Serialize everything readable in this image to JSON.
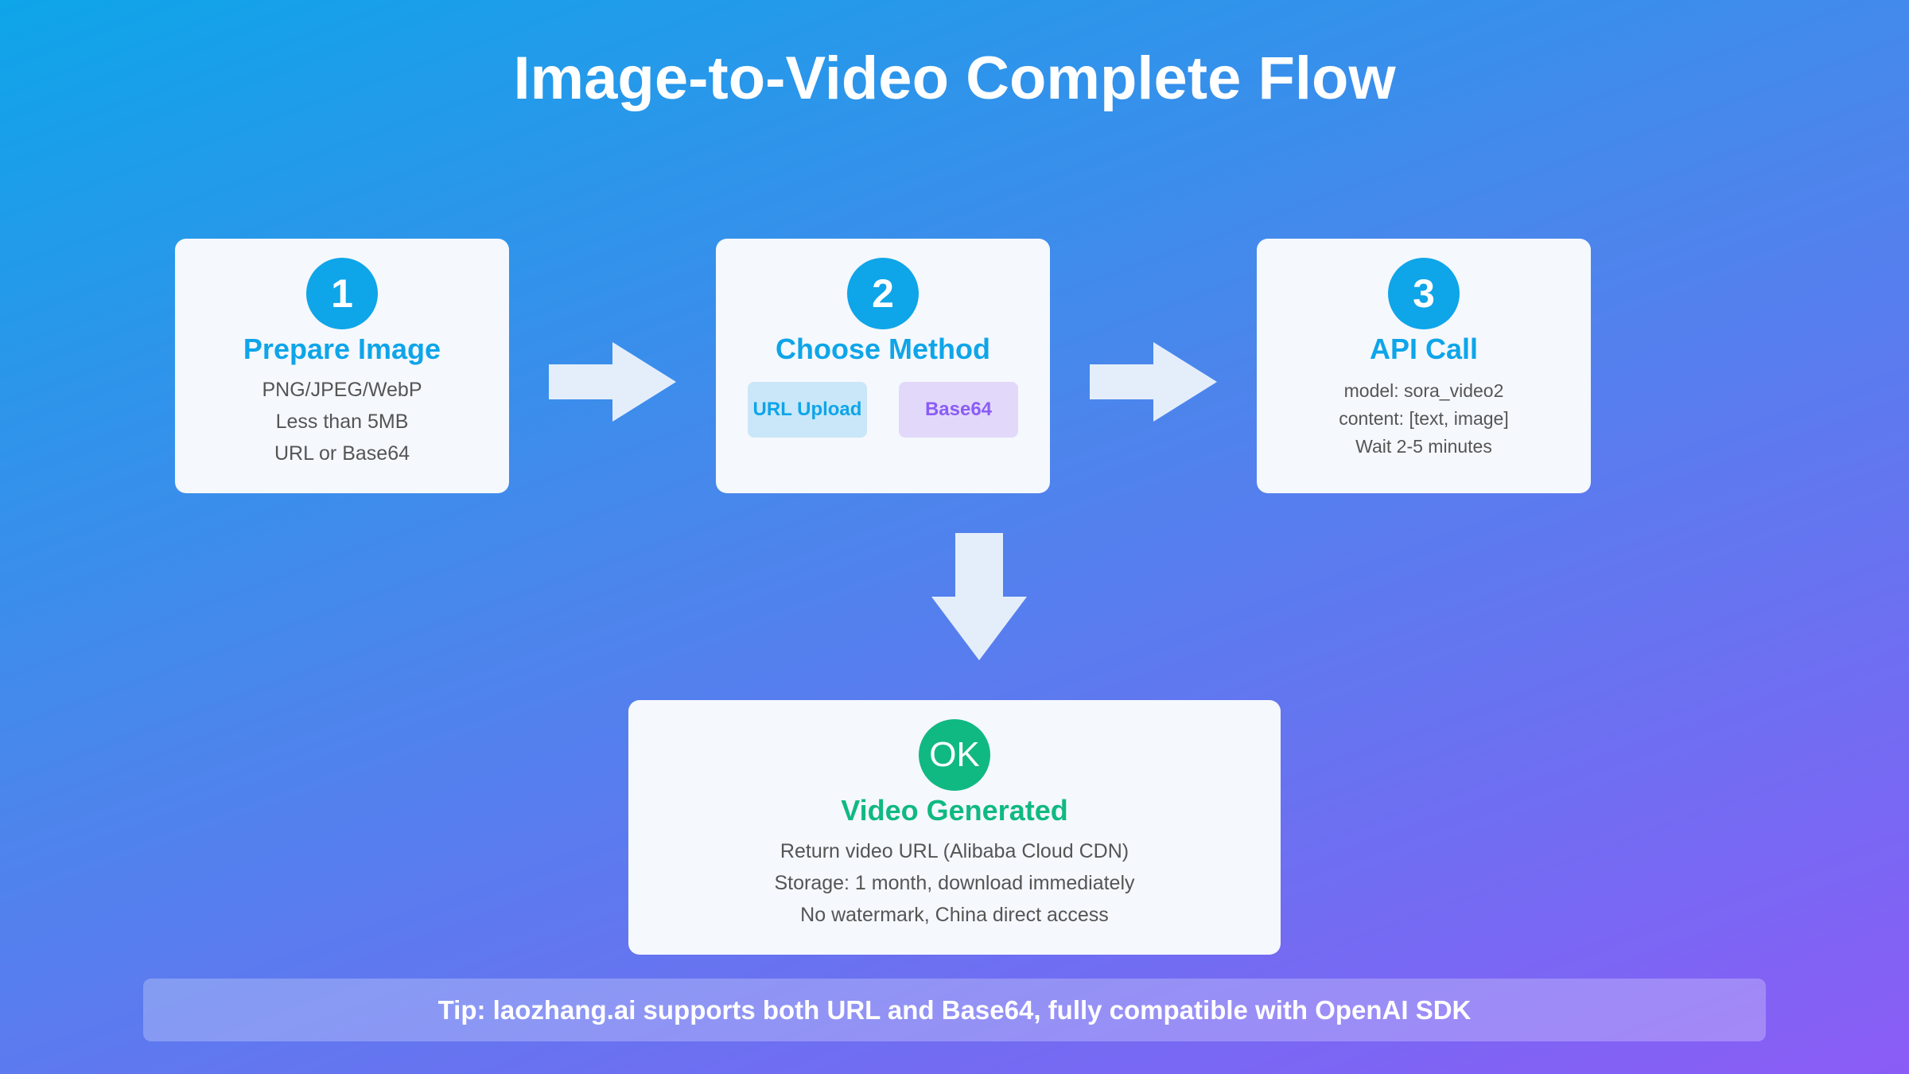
{
  "title": "Image-to-Video Complete Flow",
  "steps": [
    {
      "number": "1",
      "heading": "Prepare Image",
      "lines": [
        "PNG/JPEG/WebP",
        "Less than 5MB",
        "URL or Base64"
      ]
    },
    {
      "number": "2",
      "heading": "Choose Method",
      "options": [
        "URL Upload",
        "Base64"
      ]
    },
    {
      "number": "3",
      "heading": "API Call",
      "lines": [
        "model: sora_video2",
        "content: [text, image]",
        "Wait 2-5 minutes"
      ]
    }
  ],
  "result": {
    "badge": "OK",
    "heading": "Video Generated",
    "lines": [
      "Return video URL (Alibaba Cloud CDN)",
      "Storage: 1 month, download immediately",
      "No watermark, China direct access"
    ]
  },
  "tip": "Tip: laozhang.ai supports both URL and Base64, fully compatible with OpenAI SDK",
  "colors": {
    "step": "#0ea5e9",
    "success": "#10b981",
    "base64": "#8b5cf6"
  }
}
